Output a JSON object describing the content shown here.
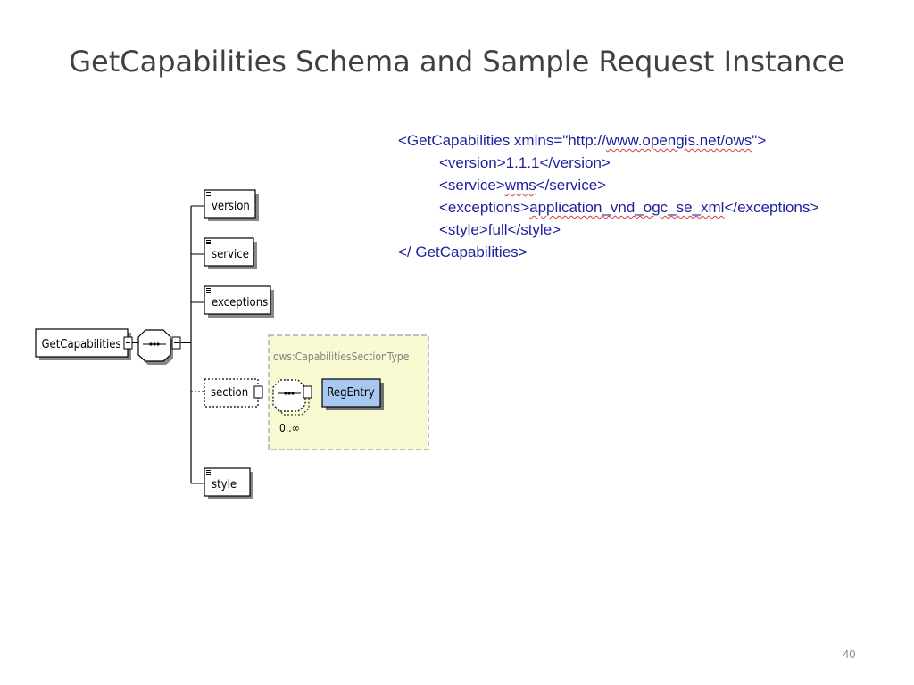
{
  "slide": {
    "title": "GetCapabilities Schema and Sample Request Instance",
    "page_number": "40"
  },
  "xml_sample": {
    "line1_pre": "<GetCapabilities xmlns=\"http://",
    "line1_url": "www.opengis.net/ows",
    "line1_post": "\">",
    "line2": "<version>1.1.1</version>",
    "line3_pre": "<service>",
    "line3_val": "wms",
    "line3_post": "</service>",
    "line4_pre": "<exceptions>",
    "line4_val": "application_vnd_ogc_se_xml",
    "line4_post": "</exceptions>",
    "line5": "<style>full</style>",
    "line6": "</ GetCapabilities>"
  },
  "schema_diagram": {
    "root": "GetCapabilities",
    "elements": [
      "version",
      "service",
      "exceptions",
      "section",
      "style"
    ],
    "type_name": "ows:CapabilitiesSectionType",
    "child_element": "RegEntry",
    "occurrence": "0..∞"
  },
  "colors": {
    "xml_text": "#1f1fa0",
    "type_box_fill": "#fafad2",
    "regentry_fill": "#a9c8f0",
    "title": "#404040"
  }
}
